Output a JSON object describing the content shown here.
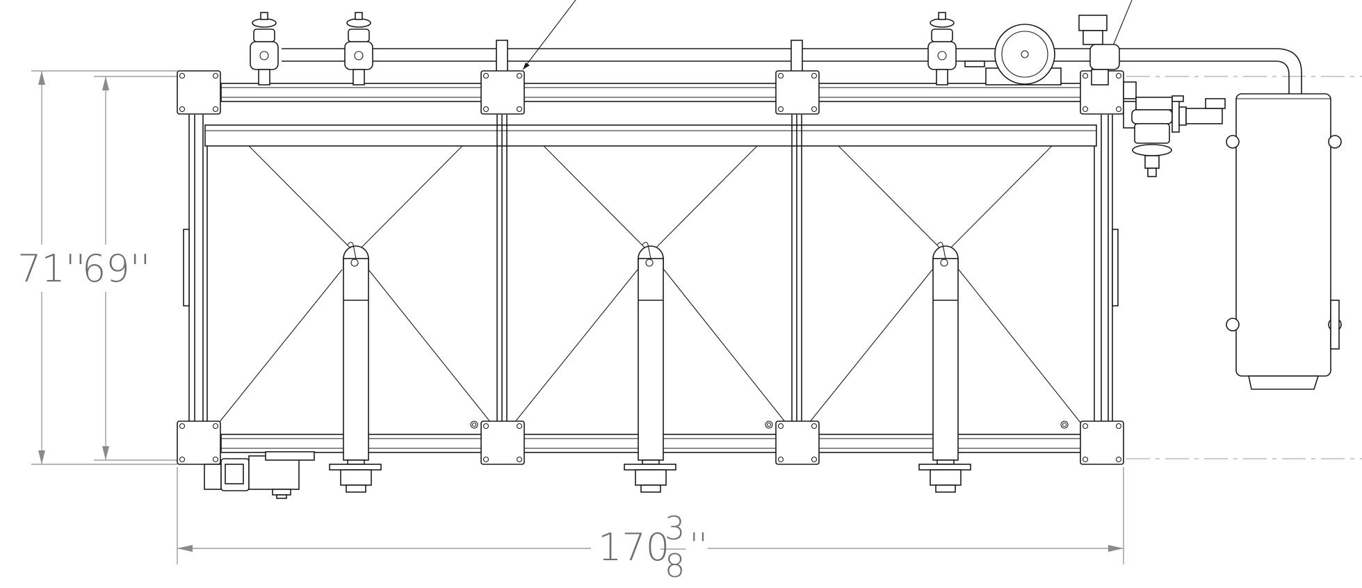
{
  "drawing": {
    "dimensions": {
      "outer_height": "71''",
      "inner_height": "69''",
      "width_whole": "170",
      "width_numerator": "3",
      "width_denominator": "8",
      "width_unit": "''"
    },
    "colors": {
      "line": "#1a1a1a",
      "dimension": "#8a8a8a",
      "dimension_text": "#6e6e6e",
      "background": "#ffffff"
    }
  }
}
